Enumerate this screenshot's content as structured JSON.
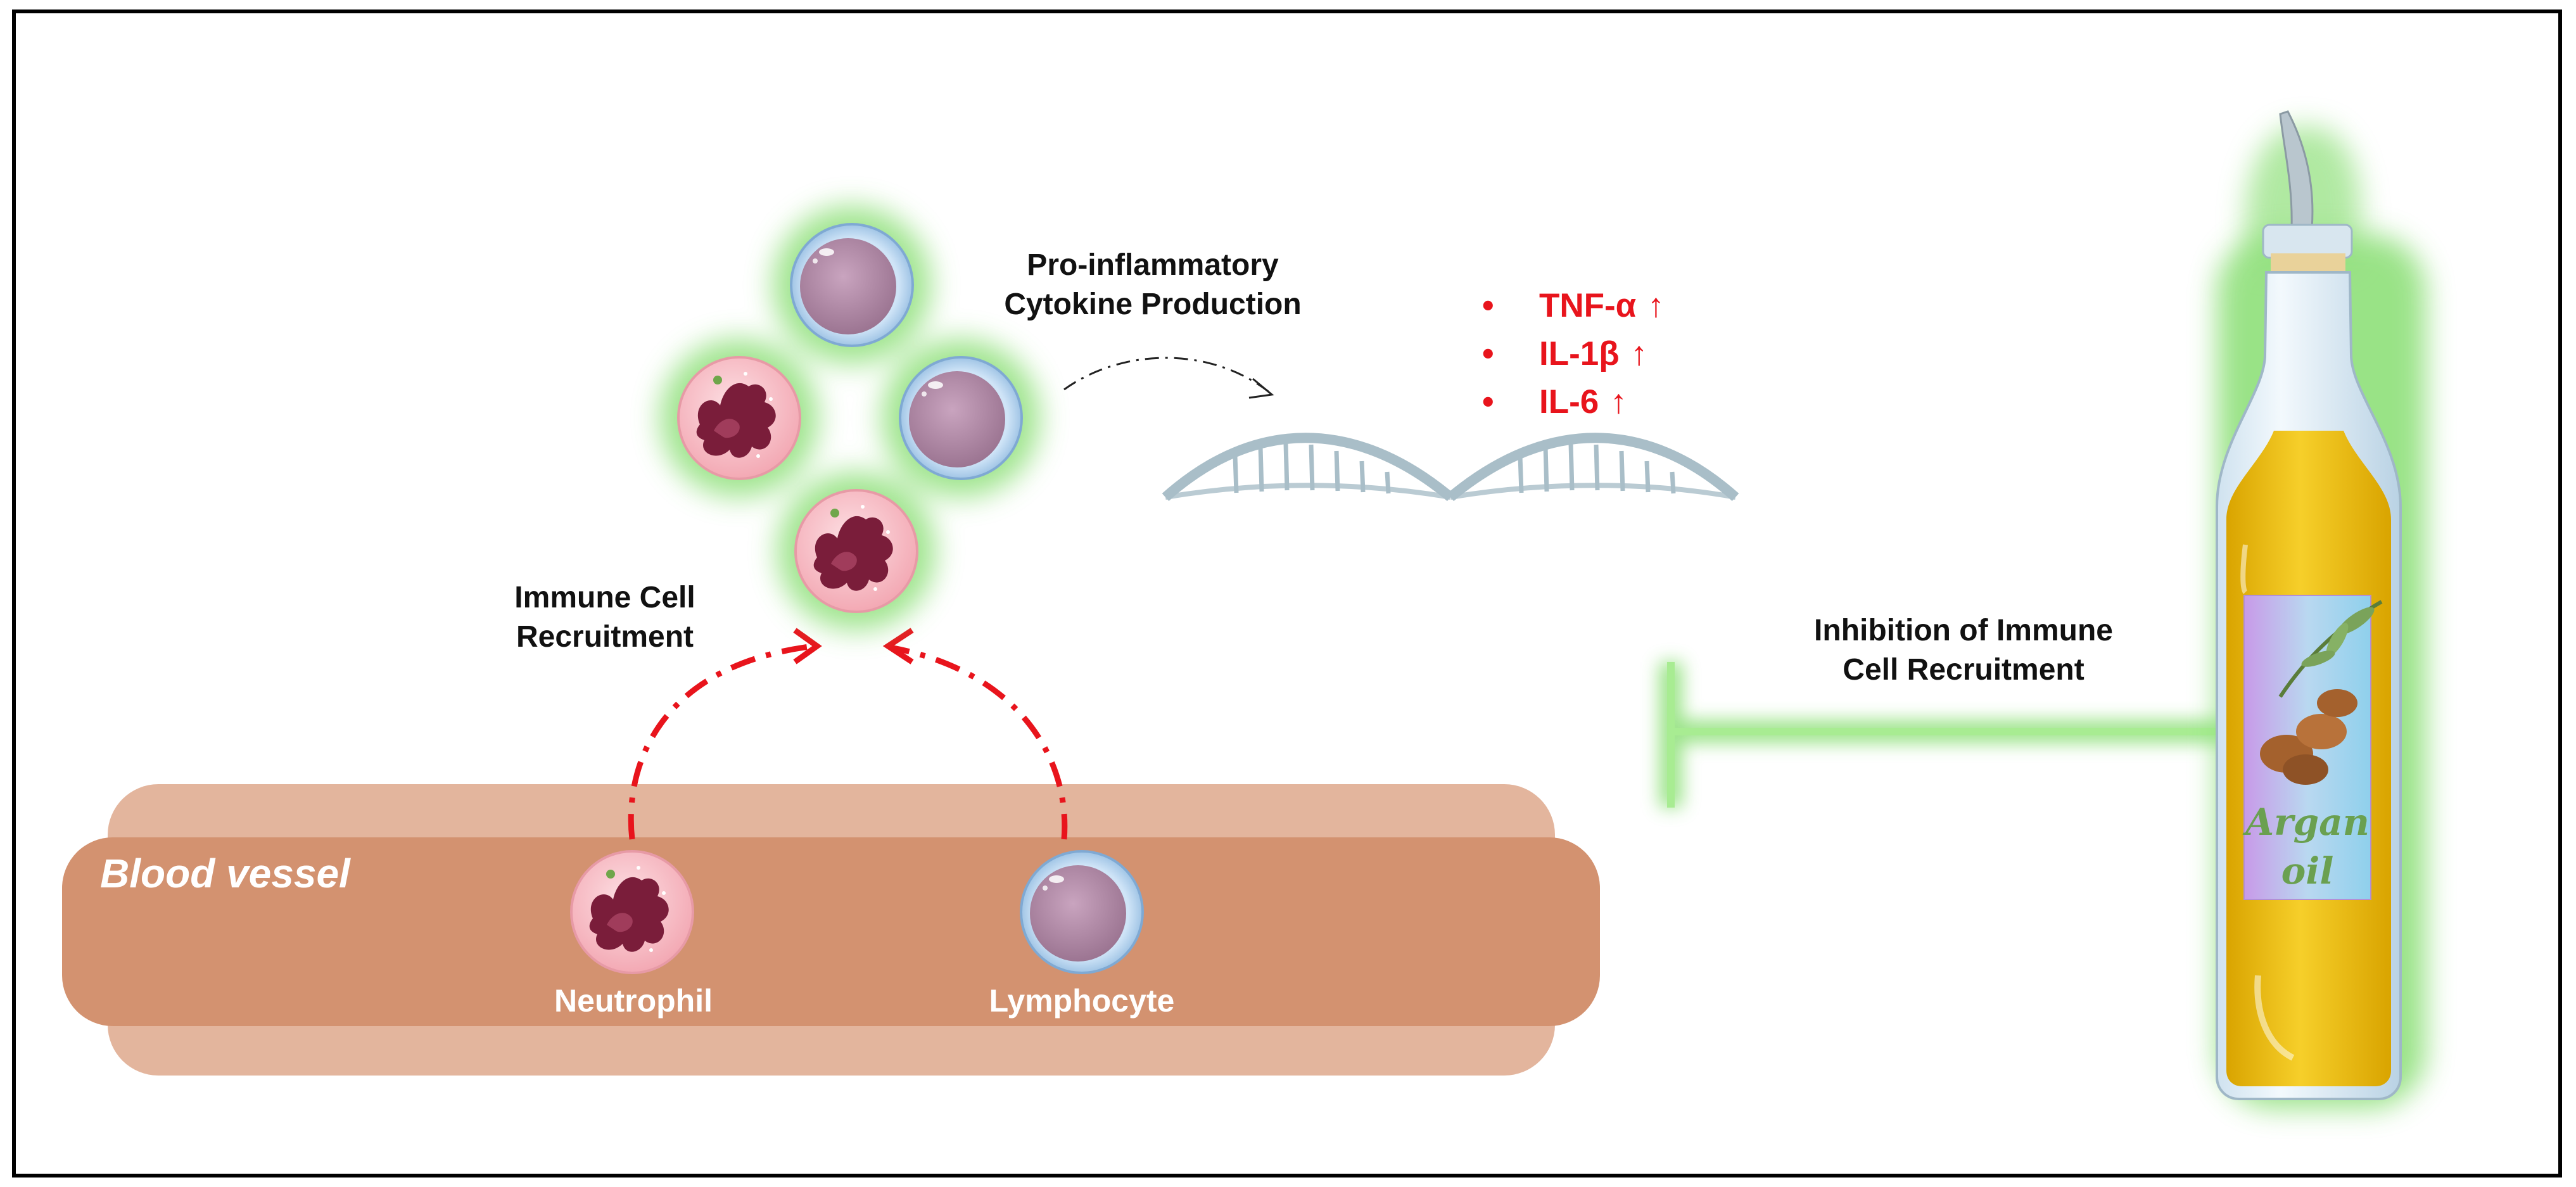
{
  "labels": {
    "pro_inflammatory": [
      "Pro-inflammatory",
      "Cytokine Production"
    ],
    "immune_recruitment": [
      "Immune Cell",
      "Recruitment"
    ],
    "inhibition": [
      "Inhibition of Immune",
      "Cell Recruitment"
    ],
    "blood_vessel": "Blood vessel",
    "neutrophil": "Neutrophil",
    "lymphocyte": "Lymphocyte",
    "bottle_label": [
      "Argan",
      "oil"
    ]
  },
  "cytokines": [
    {
      "bullet": "•",
      "name": "TNF-α",
      "arrow": "↑"
    },
    {
      "bullet": "•",
      "name": "IL-1β",
      "arrow": "↑"
    },
    {
      "bullet": "•",
      "name": "IL-6",
      "arrow": "↑"
    }
  ],
  "colors": {
    "glow": "#8fe07a",
    "vessel_outer": "#e3b59d",
    "vessel_inner": "#d39270",
    "arrow_red": "#e8141c",
    "cytokine_red": "#e8141c",
    "dna": "#a9bec8",
    "oil": "#e9b800",
    "label_text": "#6aa050"
  }
}
